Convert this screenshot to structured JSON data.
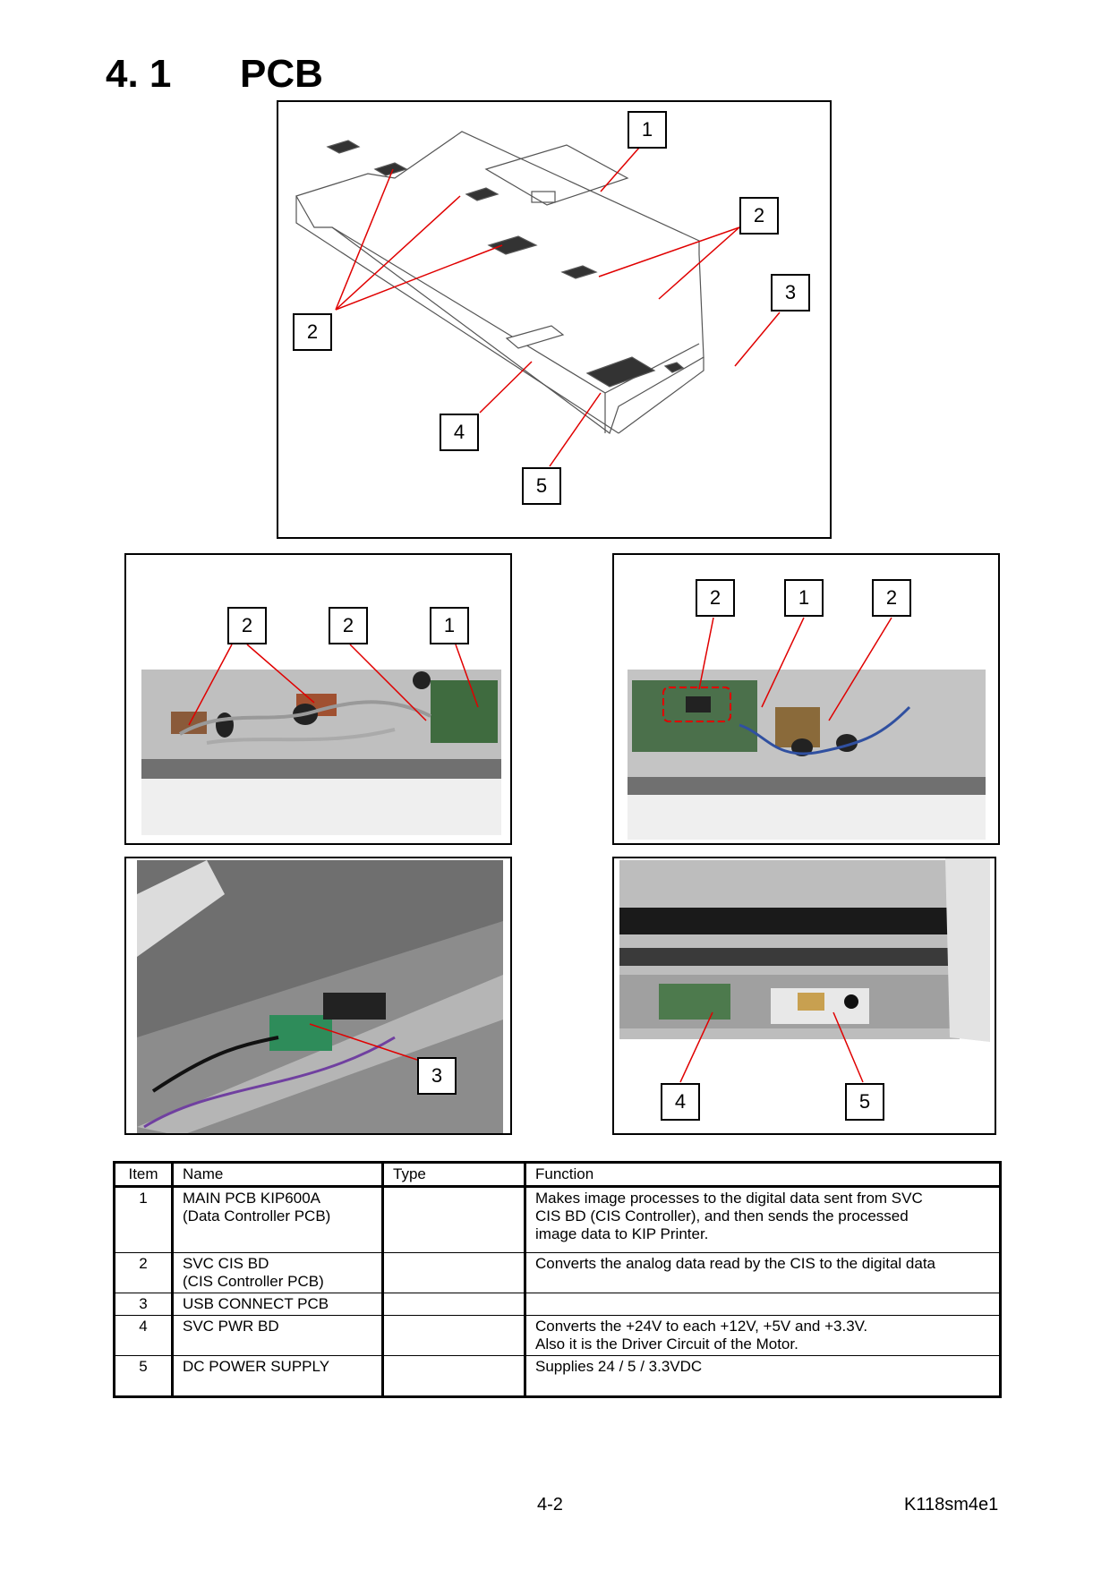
{
  "page": {
    "section_number": "4. 1",
    "section_title": "PCB",
    "page_number": "4-2",
    "doc_code": "K118sm4e1"
  },
  "figures": {
    "diagram_callouts": [
      "1",
      "2",
      "3",
      "2",
      "4",
      "5"
    ],
    "photo_top_left_callouts": [
      "2",
      "2",
      "1"
    ],
    "photo_top_right_callouts": [
      "2",
      "1",
      "2"
    ],
    "photo_bottom_left_callouts": [
      "3"
    ],
    "photo_bottom_right_callouts": [
      "4",
      "5"
    ]
  },
  "table": {
    "headers": [
      "Item",
      "Name",
      "Type",
      "Function"
    ],
    "rows": [
      {
        "item": "1",
        "name_lines": [
          "MAIN PCB KIP600A",
          "(Data Controller PCB)"
        ],
        "type": "",
        "function_lines": [
          "Makes image processes to the digital data sent from SVC",
          "CIS BD (CIS Controller), and then sends the processed",
          "image data to KIP Printer."
        ]
      },
      {
        "item": "2",
        "name_lines": [
          "SVC CIS BD",
          "(CIS Controller PCB)"
        ],
        "type": "",
        "function_lines": [
          "Converts the analog data read by the CIS to the digital data"
        ]
      },
      {
        "item": "3",
        "name_lines": [
          "USB CONNECT PCB"
        ],
        "type": "",
        "function_lines": [
          ""
        ]
      },
      {
        "item": "4",
        "name_lines": [
          "SVC PWR BD"
        ],
        "type": "",
        "function_lines": [
          "Converts the +24V to each +12V, +5V and +3.3V.",
          "Also it is the Driver Circuit of the Motor."
        ]
      },
      {
        "item": "5",
        "name_lines": [
          "DC POWER SUPPLY"
        ],
        "type": "",
        "function_lines": [
          "Supplies 24 / 5 / 3.3VDC"
        ]
      }
    ]
  },
  "colors": {
    "leader_line": "#e00000",
    "border": "#000000"
  }
}
